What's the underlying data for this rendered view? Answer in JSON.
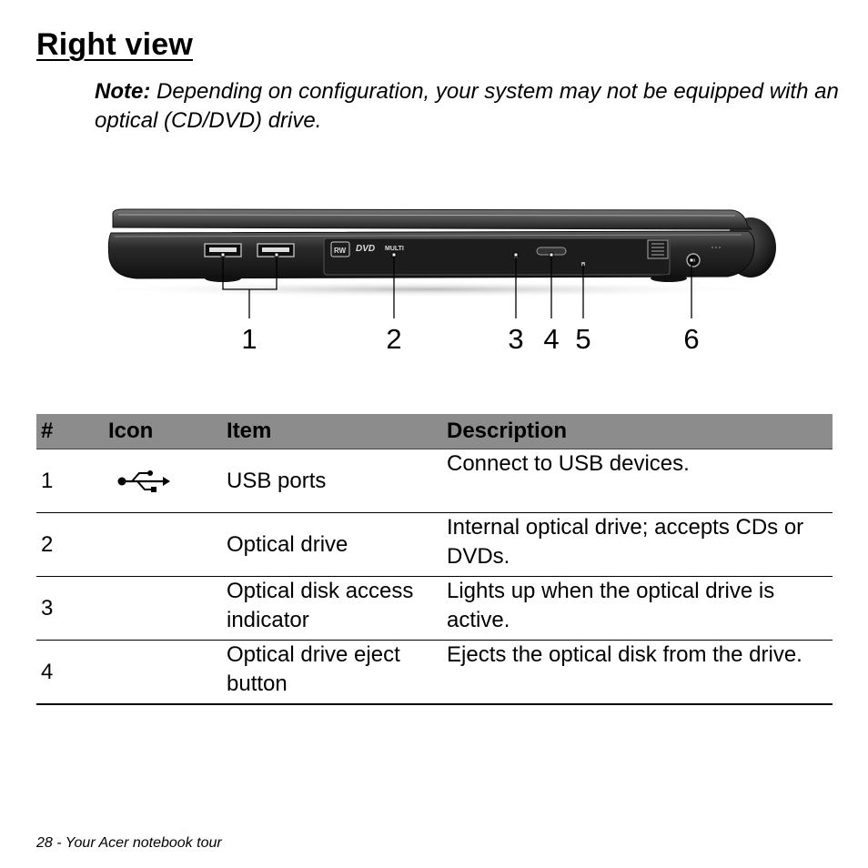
{
  "page": {
    "title": "Right view",
    "note_label": "Note:",
    "note_text": "Depending on configuration, your system may not be equipped with an optical (CD/DVD) drive."
  },
  "figure": {
    "callouts": [
      "1",
      "2",
      "3",
      "4",
      "5",
      "6"
    ],
    "drive_logos": [
      "RW",
      "DVD",
      "MULTI"
    ]
  },
  "table": {
    "headers": [
      "#",
      "Icon",
      "Item",
      "Description"
    ],
    "rows": [
      {
        "num": "1",
        "icon": "usb-icon",
        "item": "USB ports",
        "description": "Connect to USB devices."
      },
      {
        "num": "2",
        "icon": "",
        "item": "Optical drive",
        "description": "Internal optical drive; accepts CDs or DVDs."
      },
      {
        "num": "3",
        "icon": "",
        "item": "Optical disk access indicator",
        "description": "Lights up when the optical drive is active."
      },
      {
        "num": "4",
        "icon": "",
        "item": "Optical drive eject button",
        "description": "Ejects the optical disk from the drive."
      }
    ]
  },
  "footer": {
    "text": "28 - Your Acer notebook tour"
  }
}
